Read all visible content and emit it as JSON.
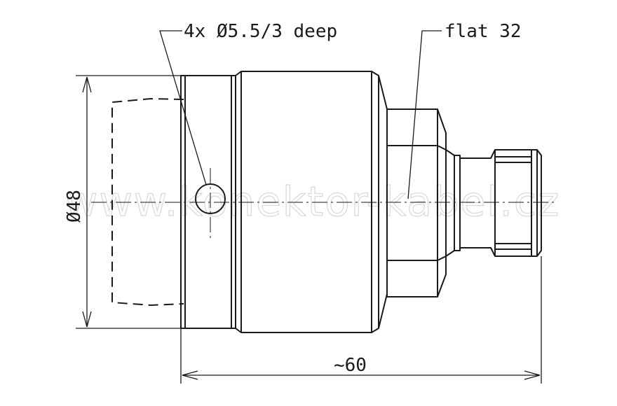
{
  "drawing": {
    "annotations": {
      "holes": "4x Ø5.5/3 deep",
      "flat": "flat 32",
      "diameter": "Ø48",
      "length": "~60"
    },
    "watermark": "www.konektor-kabel.cz",
    "colors": {
      "line": "#1a1a1a",
      "watermark": "#d8d8d8",
      "background": "#ffffff"
    }
  }
}
